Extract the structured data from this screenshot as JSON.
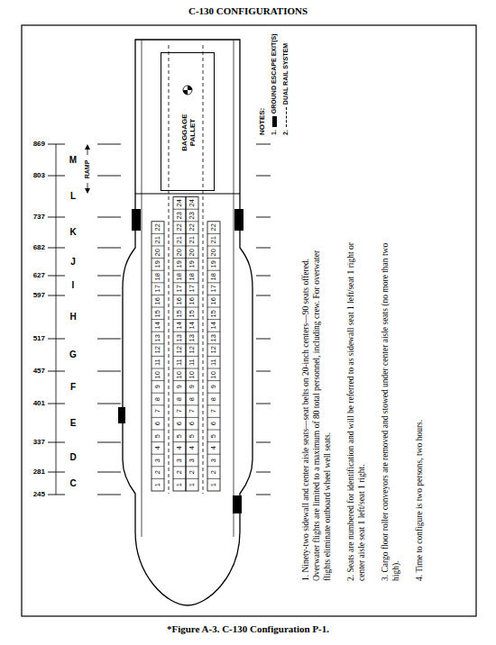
{
  "diagram": {
    "title": "C-130 CONFIGURATIONS",
    "caption": "*Figure A-3. C-130 Configuration P-1.",
    "nodes": [
      {
        "text": [
          "BAGGAGE PALLET"
        ]
      }
    ],
    "labels": [
      "869",
      "803",
      "737",
      "682",
      "627",
      "597",
      "517",
      "457",
      "401",
      "337",
      "281",
      "245",
      "M",
      "L",
      "K",
      "J",
      "I",
      "H",
      "G",
      "F",
      "E",
      "D",
      "C",
      "RAMP",
      "NOTES:",
      "1.",
      "2.",
      "1",
      "2",
      "3",
      "4",
      "5",
      "6",
      "7",
      "8",
      "9",
      "10",
      "11",
      "12",
      "13",
      "14",
      "15",
      "16",
      "17",
      "18",
      "19",
      "20",
      "21",
      "22",
      "1",
      "2",
      "3",
      "4",
      "5",
      "6",
      "7",
      "8",
      "9",
      "10",
      "11",
      "12",
      "13",
      "14",
      "15",
      "16",
      "17",
      "18",
      "19",
      "20",
      "21",
      "22",
      "23",
      "24",
      "1",
      "2",
      "3",
      "4",
      "5",
      "6",
      "7",
      "8",
      "9",
      "10",
      "11",
      "12",
      "13",
      "14",
      "15",
      "16",
      "17",
      "18",
      "19",
      "20",
      "21",
      "22",
      "23",
      "24",
      "1",
      "2",
      "3",
      "4",
      "5",
      "6",
      "7",
      "8",
      "9",
      "10",
      "11",
      "12",
      "13",
      "14",
      "15",
      "16",
      "17",
      "18",
      "19",
      "20",
      "21",
      "22",
      "1. Ninety-two sidewall and center aisle seats—seat belts on 20-inch centers—90 seats offered. Overwater flights are limited to a maximum of 80 total personnel, including crew. For overwater flights eliminate outboard wheel well seats.",
      "2. Seats are numbered for identification and will be referred to as sidewall seat 1 left/seat 1 right or center aisle seat 1 left/seat 1 right.",
      "3. Cargo floor roller conveyors are removed and stowed under center aisle seats (no more than two high).",
      "4. Time to configure is two persons, two hours."
    ],
    "legend": [
      {
        "text": "GROUND ESCAPE EXIT(S)",
        "color": "#000000"
      },
      {
        "text": "DUAL RAIL SYSTEM"
      }
    ]
  }
}
